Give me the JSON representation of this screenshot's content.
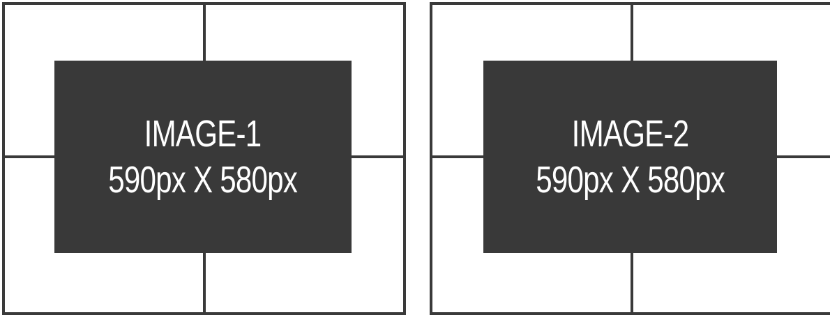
{
  "images": [
    {
      "title": "IMAGE-1",
      "size": "590px X 580px"
    },
    {
      "title": "IMAGE-2",
      "size": "590px X 580px"
    }
  ],
  "colors": {
    "border": "#3a3a3a",
    "panel": "#393939",
    "panel_text": "#ffffff",
    "background": "#ffffff"
  }
}
